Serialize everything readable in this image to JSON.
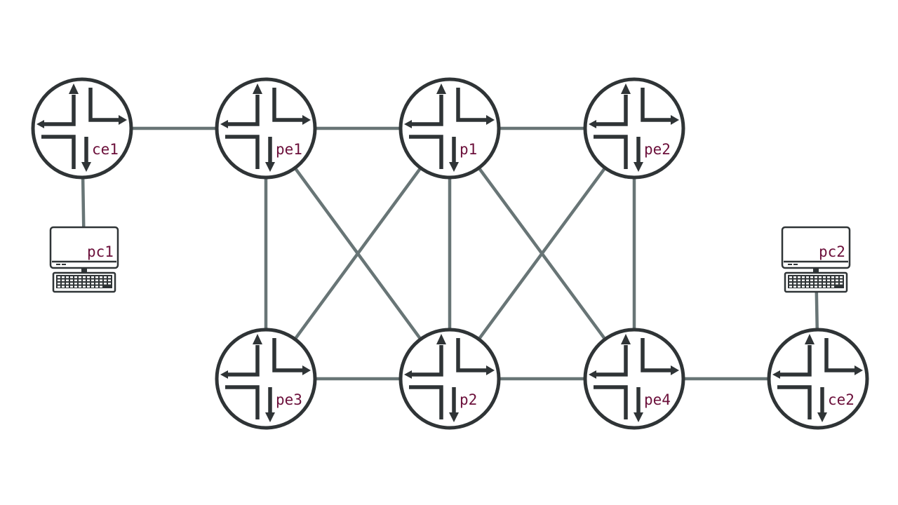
{
  "diagram": {
    "colors": {
      "link": "#687576",
      "router_outline": "#2f3436",
      "label_text": "#6b0f3a",
      "background": "#ffffff"
    },
    "routers": [
      {
        "id": "ce1",
        "label": "ce1",
        "icon": "router-icon"
      },
      {
        "id": "pe1",
        "label": "pe1",
        "icon": "router-icon"
      },
      {
        "id": "p1",
        "label": "p1",
        "icon": "router-icon"
      },
      {
        "id": "pe2",
        "label": "pe2",
        "icon": "router-icon"
      },
      {
        "id": "pe3",
        "label": "pe3",
        "icon": "router-icon"
      },
      {
        "id": "p2",
        "label": "p2",
        "icon": "router-icon"
      },
      {
        "id": "pe4",
        "label": "pe4",
        "icon": "router-icon"
      },
      {
        "id": "ce2",
        "label": "ce2",
        "icon": "router-icon"
      }
    ],
    "hosts": [
      {
        "id": "pc1",
        "label": "pc1",
        "icon": "computer-icon"
      },
      {
        "id": "pc2",
        "label": "pc2",
        "icon": "computer-icon"
      }
    ],
    "links": [
      [
        "ce1",
        "pe1"
      ],
      [
        "pe1",
        "p1"
      ],
      [
        "p1",
        "pe2"
      ],
      [
        "pe3",
        "p2"
      ],
      [
        "p2",
        "pe4"
      ],
      [
        "pe4",
        "ce2"
      ],
      [
        "ce1",
        "pc1"
      ],
      [
        "ce2",
        "pc2"
      ],
      [
        "pe1",
        "pe3"
      ],
      [
        "p1",
        "p2"
      ],
      [
        "pe2",
        "pe4"
      ],
      [
        "pe1",
        "p2"
      ],
      [
        "p1",
        "pe3"
      ],
      [
        "p1",
        "pe4"
      ],
      [
        "pe2",
        "p2"
      ]
    ]
  }
}
